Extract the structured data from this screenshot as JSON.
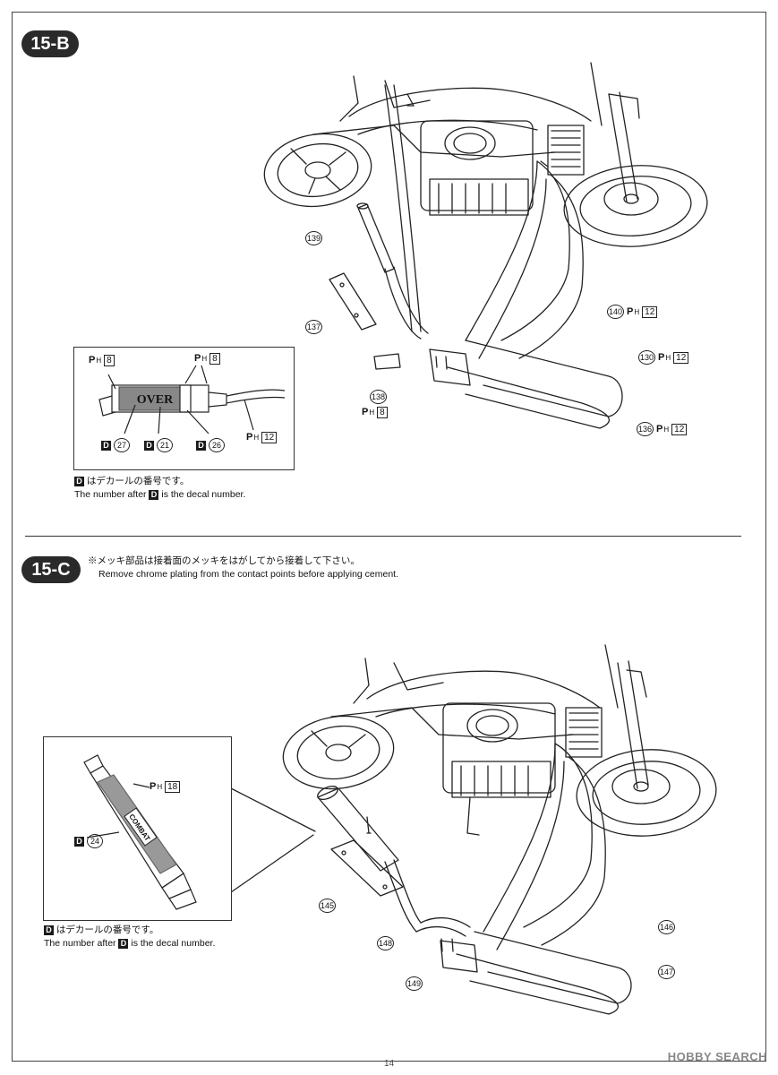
{
  "steps": {
    "b": {
      "badge": "15-B",
      "callouts": {
        "p139": "139",
        "p137": "137",
        "p138": "138",
        "p138_tag": {
          "p": "P",
          "h": "H",
          "n": "8"
        },
        "p140": "140",
        "p140_tag": {
          "p": "P",
          "h": "H",
          "n": "12"
        },
        "p130": "130",
        "p130_tag": {
          "p": "P",
          "h": "H",
          "n": "12"
        },
        "p136": "136",
        "p136_tag": {
          "p": "P",
          "h": "H",
          "n": "12"
        }
      },
      "inset": {
        "tag_left": {
          "p": "P",
          "h": "H",
          "n": "8"
        },
        "tag_top": {
          "p": "P",
          "h": "H",
          "n": "8"
        },
        "tag_right": {
          "p": "P",
          "h": "H",
          "n": "12"
        },
        "muffler_text": "OVER",
        "decal_27": "27",
        "decal_21": "21",
        "decal_26": "26"
      },
      "note_jp": "はデカールの番号です。",
      "note_en_pre": "The number after",
      "note_en_post": "is the decal number."
    },
    "c": {
      "badge": "15-C",
      "caution_jp": "※メッキ部品は接着面のメッキをはがしてから接着して下さい。",
      "caution_en": "Remove chrome plating from the contact points before applying cement.",
      "callouts": {
        "p145": "145",
        "p148": "148",
        "p149": "149",
        "p146": "146",
        "p147": "147"
      },
      "inset": {
        "tag": {
          "p": "P",
          "h": "H",
          "n": "18"
        },
        "decal_24": "24",
        "muffler_text": "COMBAT"
      },
      "note_jp": "はデカールの番号です。",
      "note_en_pre": "The number after",
      "note_en_post": "is the decal number."
    }
  },
  "decal_letter": "D",
  "page_number": "14",
  "watermark": "HOBBY SEARCH"
}
